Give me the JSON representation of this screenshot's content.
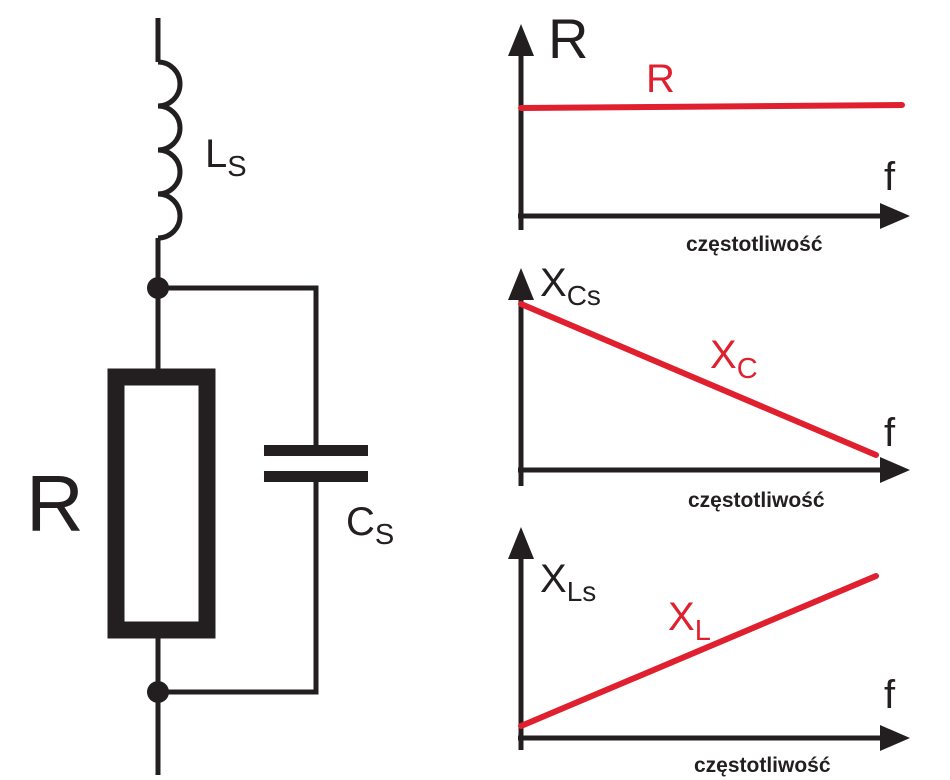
{
  "circuit": {
    "resistor_label": "R",
    "inductor_label": {
      "main": "L",
      "sub": "S"
    },
    "capacitor_label": {
      "main": "C",
      "sub": "S"
    }
  },
  "graphs": [
    {
      "axis_label": {
        "main": "R",
        "sub": ""
      },
      "curve_label": {
        "main": "R",
        "sub": ""
      },
      "x_symbol": "f",
      "x_caption": "częstotliwość",
      "trend": "constant"
    },
    {
      "axis_label": {
        "main": "X",
        "sub": "Cs"
      },
      "curve_label": {
        "main": "X",
        "sub": "C"
      },
      "x_symbol": "f",
      "x_caption": "częstotliwość",
      "trend": "decreasing"
    },
    {
      "axis_label": {
        "main": "X",
        "sub": "Ls"
      },
      "curve_label": {
        "main": "X",
        "sub": "L"
      },
      "x_symbol": "f",
      "x_caption": "częstotliwość",
      "trend": "increasing"
    }
  ],
  "colors": {
    "line": "#231f20",
    "accent": "#e0202e"
  }
}
